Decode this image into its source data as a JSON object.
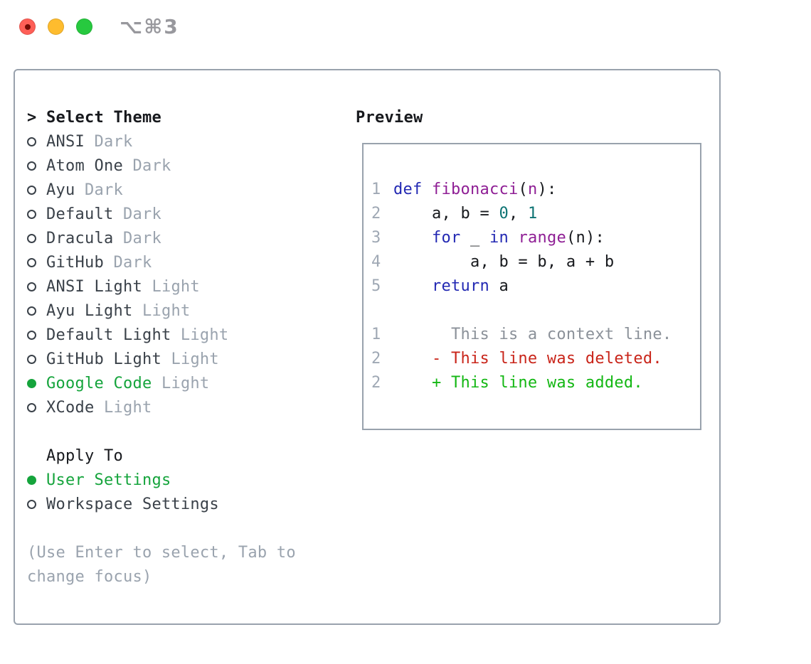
{
  "window": {
    "title": "⌥⌘3",
    "traffic_lights": [
      {
        "name": "close-button"
      },
      {
        "name": "minimize-button"
      },
      {
        "name": "zoom-button"
      }
    ]
  },
  "theme_list": {
    "header_prefix": ">",
    "header_label": "Select Theme",
    "items": [
      {
        "name": "ANSI",
        "variant": "Dark",
        "selected": false
      },
      {
        "name": "Atom One",
        "variant": "Dark",
        "selected": false
      },
      {
        "name": "Ayu",
        "variant": "Dark",
        "selected": false
      },
      {
        "name": "Default",
        "variant": "Dark",
        "selected": false
      },
      {
        "name": "Dracula",
        "variant": "Dark",
        "selected": false
      },
      {
        "name": "GitHub",
        "variant": "Dark",
        "selected": false
      },
      {
        "name": "ANSI Light",
        "variant": "Light",
        "selected": false
      },
      {
        "name": "Ayu Light",
        "variant": "Light",
        "selected": false
      },
      {
        "name": "Default Light",
        "variant": "Light",
        "selected": false
      },
      {
        "name": "GitHub Light",
        "variant": "Light",
        "selected": false
      },
      {
        "name": "Google Code",
        "variant": "Light",
        "selected": true
      },
      {
        "name": "XCode",
        "variant": "Light",
        "selected": false
      }
    ]
  },
  "apply_to": {
    "header": "Apply To",
    "options": [
      {
        "name": "User Settings",
        "selected": true
      },
      {
        "name": "Workspace Settings",
        "selected": false
      }
    ]
  },
  "hint": {
    "line1": "(Use Enter to select, Tab to",
    "line2": "change focus)"
  },
  "preview": {
    "header": "Preview",
    "code_lines": [
      {
        "num": "1",
        "tokens": [
          {
            "t": "def",
            "c": "kw"
          },
          {
            "t": " ",
            "c": "pl"
          },
          {
            "t": "fibonacci",
            "c": "fn"
          },
          {
            "t": "(",
            "c": "pl"
          },
          {
            "t": "n",
            "c": "fn"
          },
          {
            "t": "):",
            "c": "pl"
          }
        ]
      },
      {
        "num": "2",
        "tokens": [
          {
            "t": "    a, b = ",
            "c": "pl"
          },
          {
            "t": "0",
            "c": "lit"
          },
          {
            "t": ", ",
            "c": "pl"
          },
          {
            "t": "1",
            "c": "lit"
          }
        ]
      },
      {
        "num": "3",
        "tokens": [
          {
            "t": "    ",
            "c": "pl"
          },
          {
            "t": "for",
            "c": "kw"
          },
          {
            "t": " _ ",
            "c": "pl"
          },
          {
            "t": "in",
            "c": "kw"
          },
          {
            "t": " ",
            "c": "pl"
          },
          {
            "t": "range",
            "c": "fn"
          },
          {
            "t": "(n):",
            "c": "pl"
          }
        ]
      },
      {
        "num": "4",
        "tokens": [
          {
            "t": "        a, b = b, a + b",
            "c": "pl"
          }
        ]
      },
      {
        "num": "5",
        "tokens": [
          {
            "t": "    ",
            "c": "pl"
          },
          {
            "t": "return",
            "c": "kw"
          },
          {
            "t": " a",
            "c": "pl"
          }
        ]
      }
    ],
    "diff_lines": [
      {
        "num": "1",
        "tokens": [
          {
            "t": "      This is a context line.",
            "c": "ctx"
          }
        ]
      },
      {
        "num": "2",
        "tokens": [
          {
            "t": "    - This line was deleted.",
            "c": "del"
          }
        ]
      },
      {
        "num": "2",
        "tokens": [
          {
            "t": "    + This line was added.",
            "c": "add"
          }
        ]
      }
    ]
  },
  "colors": {
    "near_black": "#17191d",
    "item_dark": "#3a4149",
    "muted_gray": "#9aa3ae",
    "accent_green": "#15a43c",
    "box_border": "#99a2ad",
    "title_gray": "#98989d",
    "linenum_gray": "#9fa8b4",
    "code_keyword": "#2329b3",
    "code_function": "#8f1f95",
    "code_literal": "#0d7373",
    "code_plain": "#17191d",
    "diff_context": "#8b9199",
    "diff_deleted": "#c9251a",
    "diff_added": "#13b713",
    "tl_red": "#ff5f57",
    "tl_red_dot": "#750b05",
    "tl_yellow": "#febc2e",
    "tl_green": "#27c93f"
  }
}
